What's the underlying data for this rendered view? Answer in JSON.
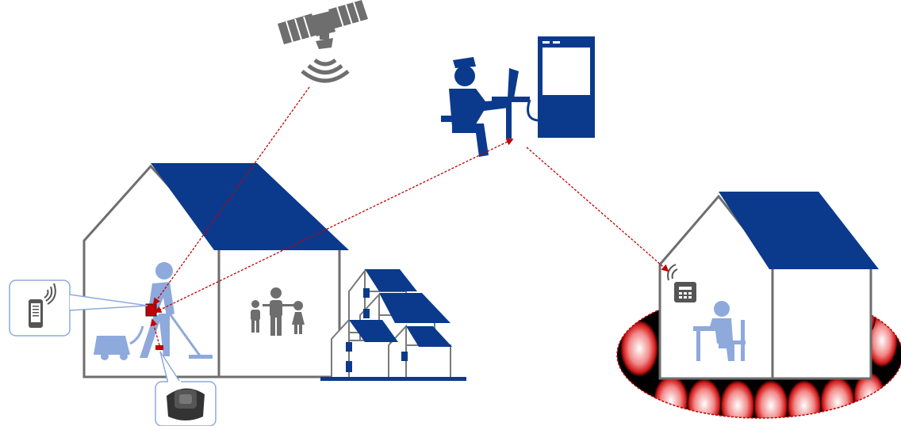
{
  "colors": {
    "navy": "#0B3A8C",
    "light_blue": "#8EA9DB",
    "gray": "#6E6E6E",
    "arrow_red": "#C00000",
    "zone_red": "#E24B4B",
    "device_red": "#C00000",
    "callout_border": "#8EA9DB"
  },
  "icons": {
    "satellite": "satellite-icon",
    "signal_waves": "signal-waves-icon",
    "monitoring_officer": "monitoring-officer-icon",
    "server": "server-icon",
    "main_house": "house-icon",
    "family": "family-icon",
    "neighborhood": "neighborhood-houses-icon",
    "vacuum": "vacuum-cleaner-icon",
    "person_vacuuming": "person-vacuuming-icon",
    "smartphone": "smartphone-icon",
    "ankle_monitor": "ankle-monitor-icon",
    "exclusion_house": "house-icon",
    "home_phone": "home-phone-icon",
    "person_at_desk": "person-at-desk-icon",
    "exclusion_zone": "exclusion-zone"
  },
  "arrows": [
    "satellite-to-wearer",
    "wearer-to-monitoring-center",
    "monitoring-center-to-protected-house",
    "ankle-monitor-to-wearer"
  ]
}
